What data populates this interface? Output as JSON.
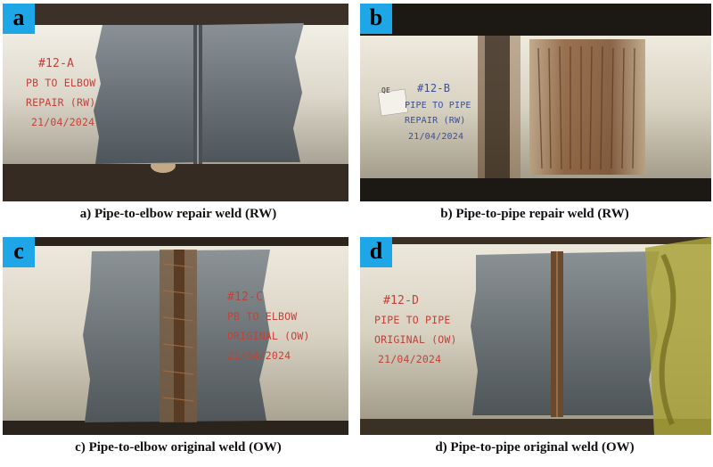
{
  "panels": [
    {
      "badge": "a",
      "caption": "a) Pipe-to-elbow repair weld (RW)",
      "marking": [
        "#12-A",
        "PB TO ELBOW",
        "REPAIR (RW)",
        "21/04/2024"
      ],
      "marking_color": "#c0433a"
    },
    {
      "badge": "b",
      "caption": "b) Pipe-to-pipe repair weld (RW)",
      "marking": [
        "#12-B",
        "PIPE TO PIPE",
        "REPAIR (RW)",
        "21/04/2024"
      ],
      "tag_text": "QE",
      "marking_color": "#3a4f9c"
    },
    {
      "badge": "c",
      "caption": "c) Pipe-to-elbow original weld (OW)",
      "marking": [
        "#12-C",
        "PB TO ELBOW",
        "ORIGINAL (OW)",
        "21/04/2024"
      ],
      "marking_color": "#c0433a"
    },
    {
      "badge": "d",
      "caption": "d) Pipe-to-pipe original weld (OW)",
      "marking": [
        "#12-D",
        "PIPE TO PIPE",
        "ORIGINAL (OW)",
        "21/04/2024"
      ],
      "marking_color": "#c0433a"
    }
  ],
  "colors": {
    "badge": "#1ea6e6",
    "pipe": "#dcd6c8",
    "coating": "#6c7378",
    "rust": "#7a4a28"
  }
}
